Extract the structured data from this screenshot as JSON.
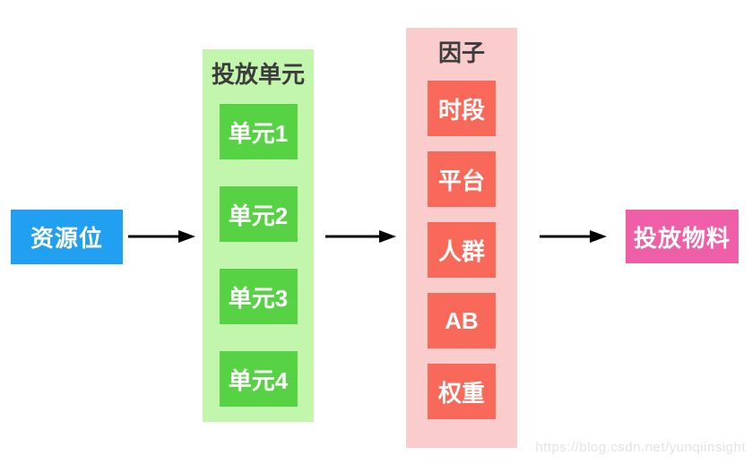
{
  "page": {
    "background": "#ffffff",
    "watermark": "https://blog.csdn.net/yunqiinsight"
  },
  "diagram": {
    "source": {
      "label": "资源位",
      "color": "#219FF1",
      "text_color": "#ffffff"
    },
    "units_group": {
      "title": "投放单元",
      "title_color": "#3C3C3C",
      "bg_color": "#C2F6AC",
      "item_color": "#57D244",
      "items": [
        "单元1",
        "单元2",
        "单元3",
        "单元4"
      ]
    },
    "factors_group": {
      "title": "因子",
      "title_color": "#3C3C3C",
      "bg_color": "#FACCCB",
      "item_color": "#F9695A",
      "items": [
        "时段",
        "平台",
        "人群",
        "AB",
        "权重"
      ]
    },
    "target": {
      "label": "投放物料",
      "color": "#EF5FA7",
      "text_color": "#ffffff"
    },
    "arrow_color": "#000000"
  }
}
